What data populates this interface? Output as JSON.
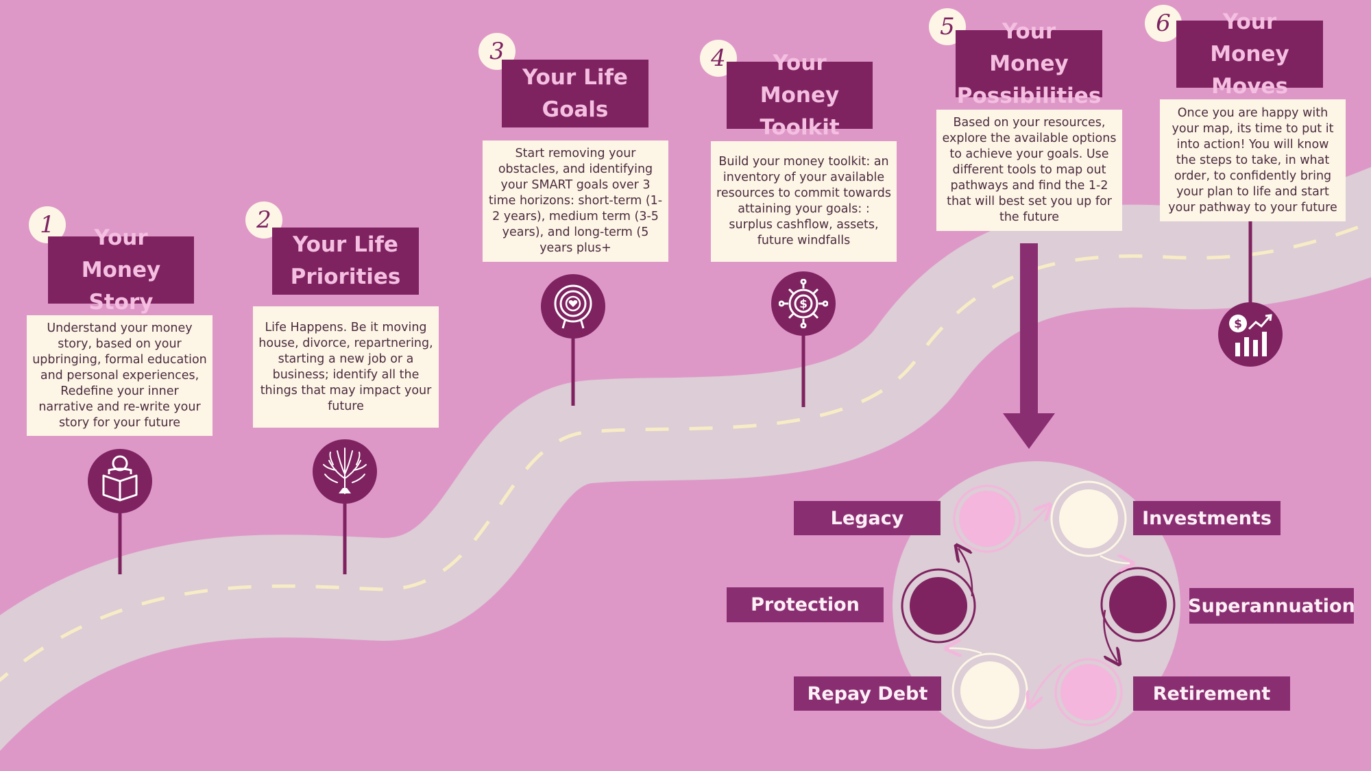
{
  "colors": {
    "background": "#de98c8",
    "road": "#dccdd6",
    "road_dash": "#f7ecc6",
    "plum": "#7e2260",
    "label": "#8a2e72",
    "cream": "#fdf6e6",
    "title_text": "#f4bfe0"
  },
  "steps": [
    {
      "number": "1",
      "title_line1": "Your Money",
      "title_line2": "Story",
      "description": "Understand your money story, based on your upbringing, formal education and personal experiences,  Redefine your inner narrative and re-write your story for your future",
      "icon": "person-reading-book-icon"
    },
    {
      "number": "2",
      "title_line1": "Your Life",
      "title_line2": "Priorities",
      "description": "Life Happens. Be it moving house, divorce, repartnering, starting a new job or a business; identify all the things that may impact your future",
      "icon": "tree-icon"
    },
    {
      "number": "3",
      "title_line1": "Your Life",
      "title_line2": "Goals",
      "description": "Start removing your obstacles, and identifying your SMART goals over 3 time horizons: short-term (1-2 years), medium term (3-5 years), and long-term (5 years plus+",
      "icon": "target-heart-icon"
    },
    {
      "number": "4",
      "title_line1": "Your Money",
      "title_line2": "Toolkit",
      "description": "Build your money toolkit: an inventory of your available resources to commit towards attaining your goals: : surplus cashflow, assets, future windfalls",
      "icon": "gear-dollar-icon"
    },
    {
      "number": "5",
      "title_line1": "Your Money",
      "title_line2": "Possibilities",
      "description": "Based on your resources, explore the available options to achieve your goals.  Use different tools to map out pathways and find the 1-2 that will best set you up for the future",
      "icon": "down-arrow-icon"
    },
    {
      "number": "6",
      "title_line1": "Your Money",
      "title_line2": "Moves",
      "description": "Once you are happy with your map, its time to put it into action!  You will know the steps to take, in what order, to confidently bring your plan to life and start your pathway to your future",
      "icon": "dollar-growth-chart-icon"
    }
  ],
  "cycle": {
    "labels": {
      "legacy": "Legacy",
      "investments": "Investments",
      "protection": "Protection",
      "superannuation": "Superannuation",
      "repay_debt": "Repay Debt",
      "retirement": "Retirement"
    }
  }
}
